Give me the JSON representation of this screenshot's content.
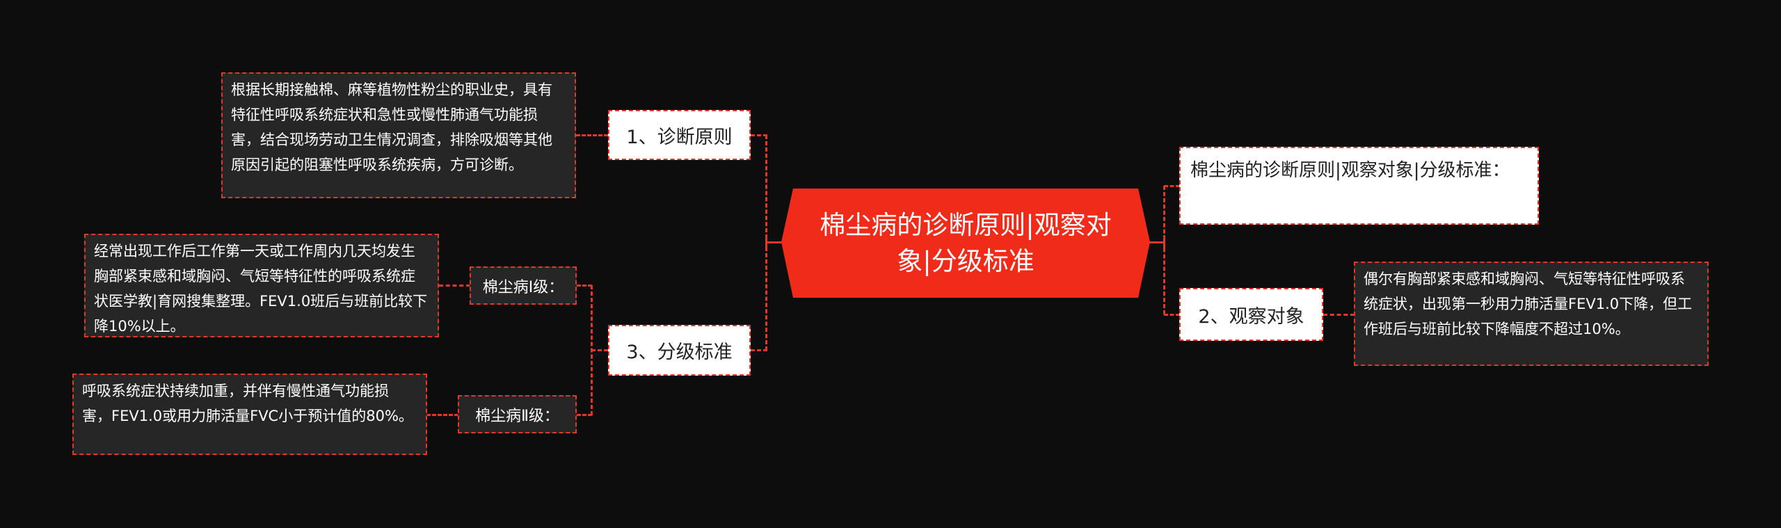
{
  "colors": {
    "background": "#0d0d0d",
    "central_fill": "#f02b1a",
    "connector": "#e0392b",
    "detail_fill": "#262626",
    "branch_fill": "#ffffff"
  },
  "central": {
    "title": "棉尘病的诊断原则|观察对象|分级标准"
  },
  "left_branches": [
    {
      "label": "1、诊断原则",
      "detail": "根据长期接触棉、麻等植物性粉尘的职业史，具有特征性呼吸系统症状和急性或慢性肺通气功能损害，结合现场劳动卫生情况调查，排除吸烟等其他原因引起的阻塞性呼吸系统疾病，方可诊断。"
    },
    {
      "label": "3、分级标准",
      "children": [
        {
          "label": "棉尘病Ⅰ级：",
          "detail": "经常出现工作后工作第一天或工作周内几天均发生胸部紧束感和域胸闷、气短等特征性的呼吸系统症状医学教|育网搜集整理。FEV1.0班后与班前比较下降10%以上。"
        },
        {
          "label": "棉尘病Ⅱ级：",
          "detail": "呼吸系统症状持续加重，并伴有慢性通气功能损害，FEV1.0或用力肺活量FVC小于预计值的80%。"
        }
      ]
    }
  ],
  "right_branches": [
    {
      "label": "棉尘病的诊断原则|观察对象|分级标准："
    },
    {
      "label": "2、观察对象",
      "detail": "偶尔有胸部紧束感和域胸闷、气短等特征性呼吸系统症状，出现第一秒用力肺活量FEV1.0下降，但工作班后与班前比较下降幅度不超过10%。"
    }
  ]
}
